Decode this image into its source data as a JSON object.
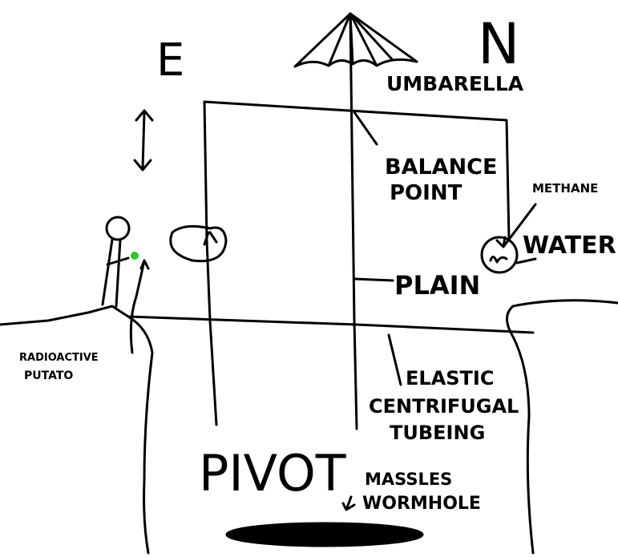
{
  "labels": {
    "east": "E",
    "north": "N",
    "umbrella": "UMBARELLA",
    "balance_line1": "BALANCE",
    "balance_line2": "POINT",
    "methane": "METHANE",
    "water": "WATER",
    "plain": "PLAIN",
    "potato_line1": "RADIOACTIVE",
    "potato_line2": "PUTATO",
    "tubing_line1": "ELASTIC",
    "tubing_line2": "CENTRIFUGAL",
    "tubing_line3": "TUBEING",
    "pivot": "PIVOT",
    "wormhole_line1": "MASSLES",
    "wormhole_line2": "WORMHOLE"
  },
  "colors": {
    "ink": "#000000",
    "potato": "#22cc22"
  }
}
